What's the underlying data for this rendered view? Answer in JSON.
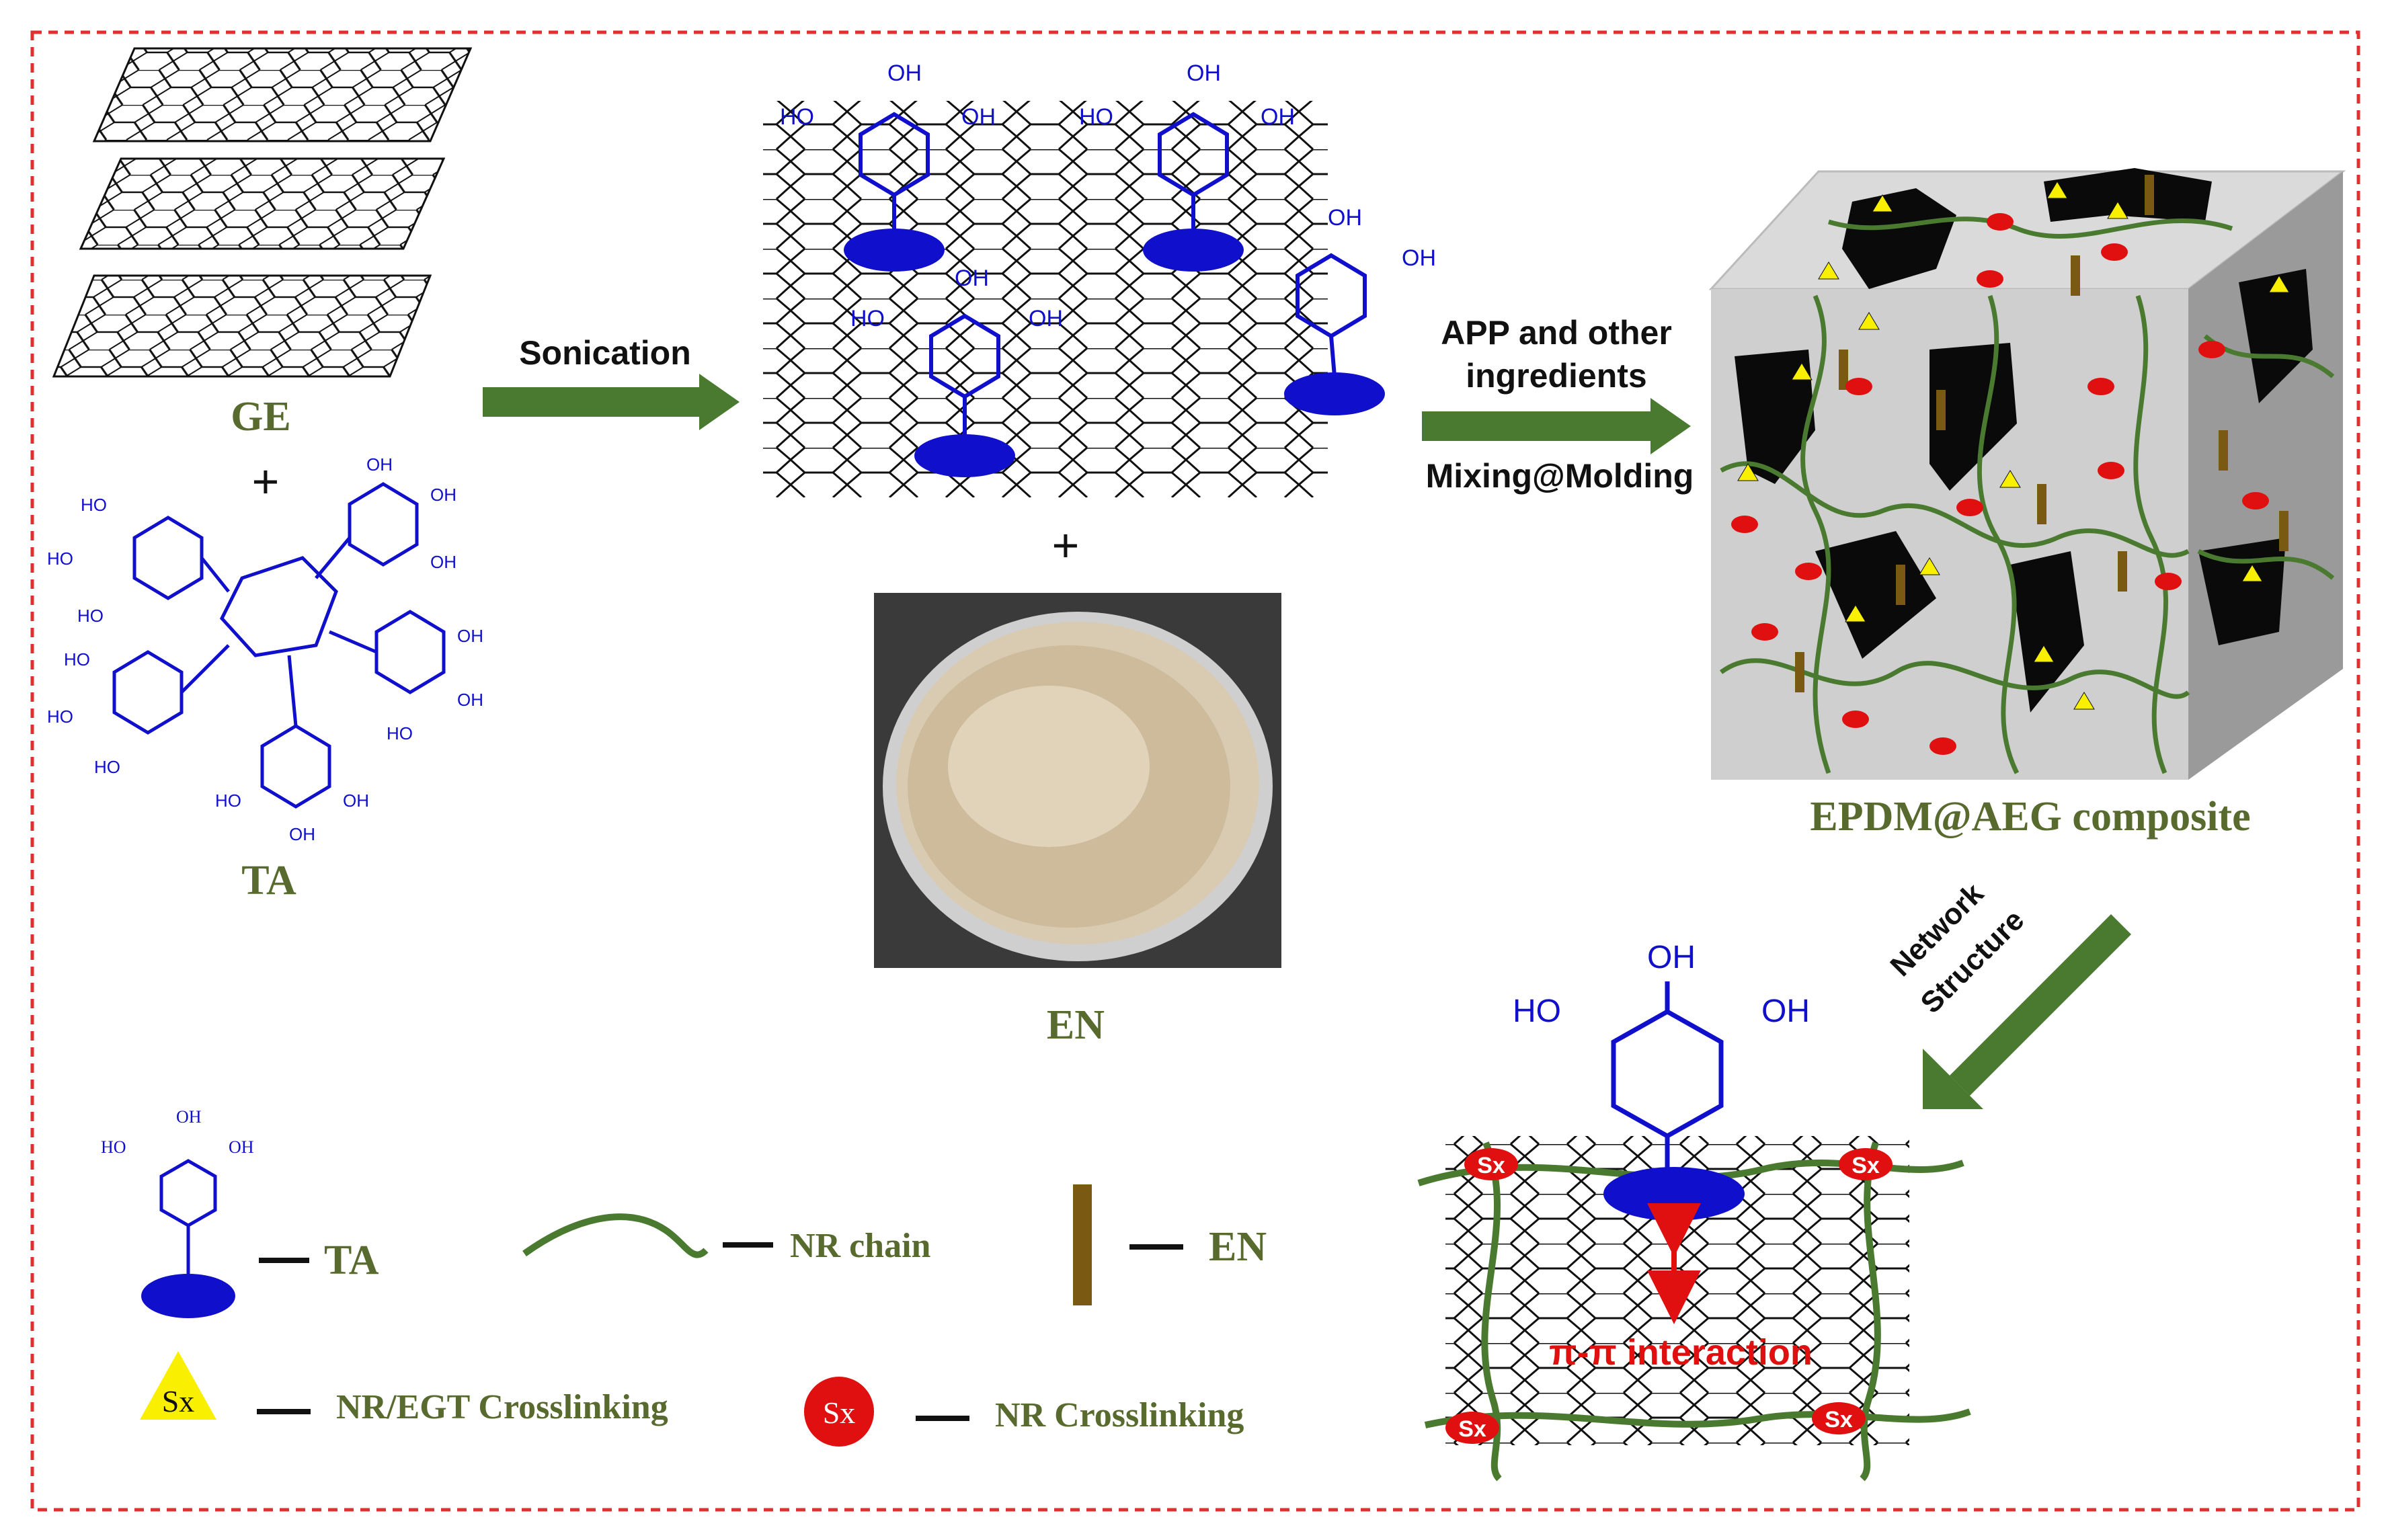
{
  "labels": {
    "ge": "GE",
    "ta": "TA",
    "en": "EN",
    "sonication": "Sonication",
    "app_line1": "APP and other",
    "app_line2": "ingredients",
    "mixing": "Mixing@Molding",
    "composite": "EPDM@AEG composite",
    "network_line1": "Network",
    "network_line2": "Structure",
    "pi_interaction": "π-π interaction",
    "plus": "+",
    "oh": "OH",
    "ho": "HO",
    "sx": "Sx"
  },
  "legend": {
    "ta": "TA",
    "nr_chain": "NR chain",
    "en": "EN",
    "nr_egt": "NR/EGT Crosslinking",
    "nr_cross": "NR Crosslinking"
  },
  "colors": {
    "border": "#e03030",
    "arrow": "#4a7a30",
    "label_green": "#586a2e",
    "chem_blue": "#1010cc",
    "chain": "#4a7a30",
    "sx_red": "#e01010",
    "sx_yellow": "#f8f000",
    "rod": "#7a5a12",
    "pi_red": "#e01010"
  }
}
